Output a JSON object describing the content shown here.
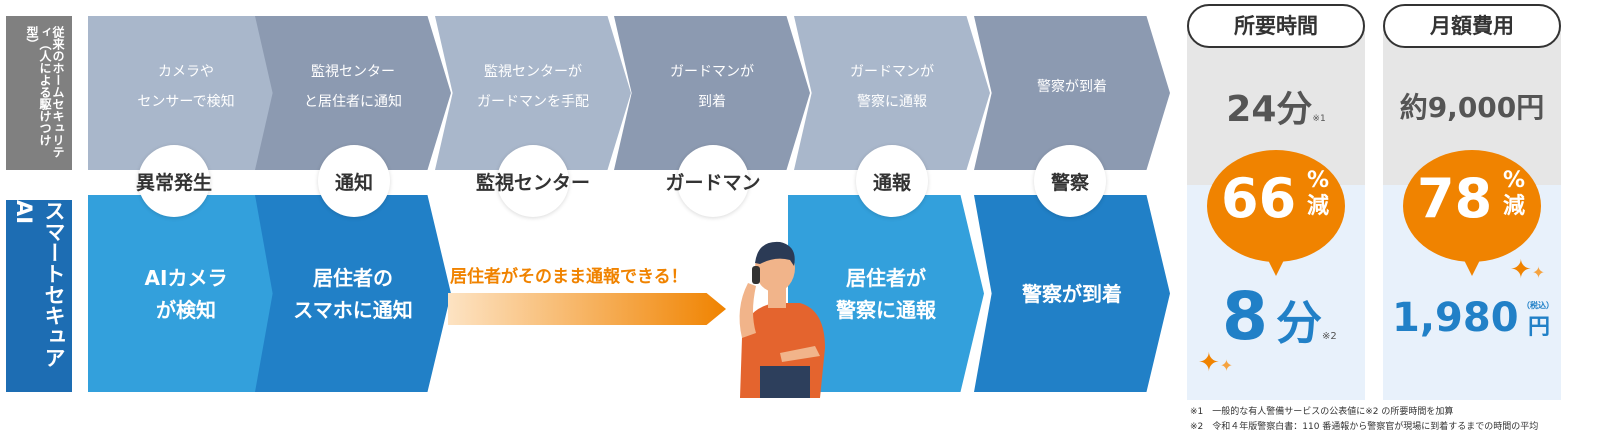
{
  "legacy": {
    "label": "従来のホームセキュリティ（人による駆けつけ型）",
    "steps": [
      "カメラや\nセンサーで検知",
      "監視センター\nと居住者に通知",
      "監視センターが\nガードマンを手配",
      "ガードマンが\n到着",
      "ガードマンが\n警察に通報",
      "警察が到着"
    ]
  },
  "stages": [
    "異常発生",
    "通知",
    "監視センター",
    "ガードマン",
    "通報",
    "警察"
  ],
  "smart": {
    "label": "スマートセキュアAI",
    "steps": [
      "AIカメラ\nが検知",
      "居住者の\nスマホに通知",
      "居住者が\n警察に通報",
      "警察が到着"
    ],
    "arrow_text": "居住者がそのまま通報できる！"
  },
  "time": {
    "title": "所要時間",
    "before": "24分",
    "before_note": "※1",
    "reduction": "66",
    "pct": "%",
    "gen": "減",
    "after_num": "8",
    "after_unit": "分",
    "after_note": "※2"
  },
  "cost": {
    "title": "月額費用",
    "before": "約9,000円",
    "reduction": "78",
    "pct": "%",
    "gen": "減",
    "after_num": "1,980",
    "tax": "（税込）",
    "after_unit": "円"
  },
  "notes": [
    "※1　一般的な有人警備サービスの公表値に※2 の所要時間を加算",
    "※2　令和４年版警察白書：110 番通報から警察官が現場に到着するまでの時間の平均"
  ],
  "colors": {
    "orange": "#f08300",
    "blue": "#2180c7",
    "gray": "#808080"
  }
}
